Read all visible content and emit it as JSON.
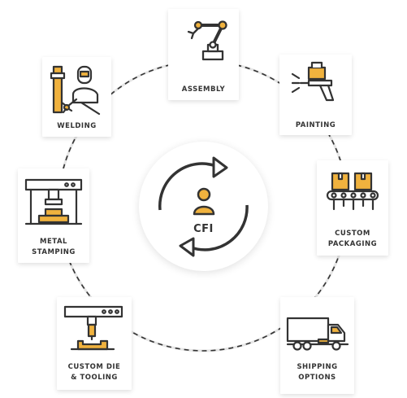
{
  "colors": {
    "accent": "#f0b23e",
    "stroke": "#333333",
    "ring": "#e6e6e6"
  },
  "hub": {
    "label": "CFI",
    "icon": "person-icon"
  },
  "nodes": {
    "assembly": {
      "lines": [
        "ASSEMBLY"
      ],
      "icon": "robot-arm-icon"
    },
    "painting": {
      "lines": [
        "PAINTING"
      ],
      "icon": "spray-gun-icon"
    },
    "packaging": {
      "lines": [
        "CUSTOM",
        "PACKAGING"
      ],
      "icon": "conveyor-boxes-icon"
    },
    "shipping": {
      "lines": [
        "SHIPPING",
        "OPTIONS"
      ],
      "icon": "truck-icon"
    },
    "die": {
      "lines": [
        "CUSTOM DIE",
        "& TOOLING"
      ],
      "icon": "mill-tool-icon"
    },
    "stamping": {
      "lines": [
        "METAL",
        "STAMPING"
      ],
      "icon": "press-icon"
    },
    "welding": {
      "lines": [
        "WELDING"
      ],
      "icon": "welder-icon"
    }
  }
}
